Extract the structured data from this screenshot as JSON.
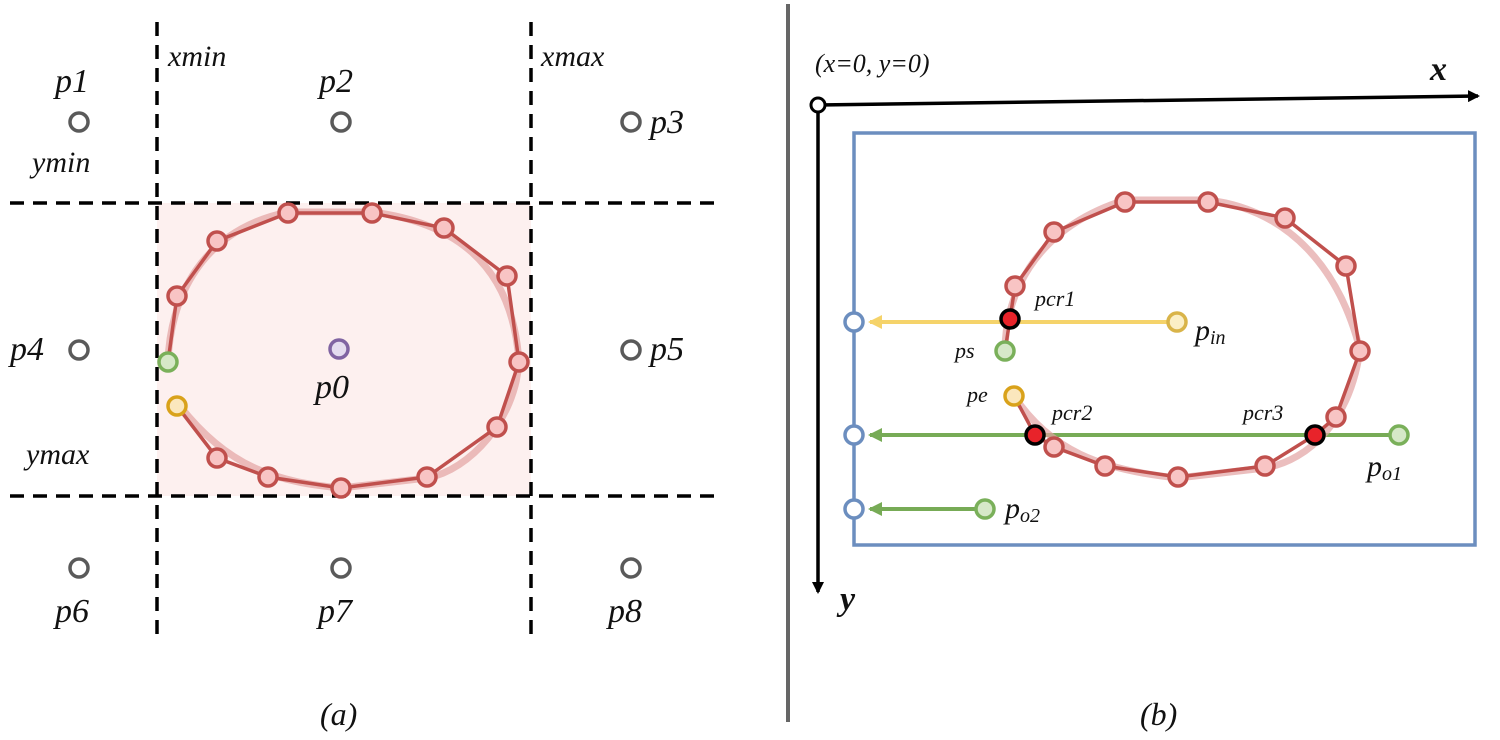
{
  "panel_a": {
    "caption": "(a)",
    "boundary_labels": {
      "xmin": "xmin",
      "xmax": "xmax",
      "ymin": "ymin",
      "ymax": "ymax"
    },
    "points": {
      "p0": "p0",
      "p1": "p1",
      "p2": "p2",
      "p3": "p3",
      "p4": "p4",
      "p5": "p5",
      "p6": "p6",
      "p7": "p7",
      "p8": "p8"
    }
  },
  "panel_b": {
    "caption": "(b)",
    "origin_label": "(x=0, y=0)",
    "x_axis_label": "x",
    "y_axis_label": "y",
    "labels": {
      "pcr1": "pcr1",
      "pcr2": "pcr2",
      "pcr3": "pcr3",
      "ps": "ps",
      "pe": "pe",
      "pin_main": "p",
      "pin_sub": "in",
      "po1_main": "p",
      "po1_sub": "o1",
      "po2_main": "p",
      "po2_sub": "o2"
    }
  },
  "colors": {
    "polygon_stroke": "#c0504d",
    "polygon_vertex_fill": "#f8c4c4",
    "bbox_fill": "#fdf0ef",
    "gray_point": "#5a5a5a",
    "purple_point": "#8064a2",
    "green_point": "#7ab05a",
    "orange_point": "#d9a21b",
    "yellow_ray": "#f5d36a",
    "green_ray": "#77ab56",
    "blue_frame": "#6c8ebf",
    "crossing_point": "#e8232a",
    "divider": "#666666"
  }
}
